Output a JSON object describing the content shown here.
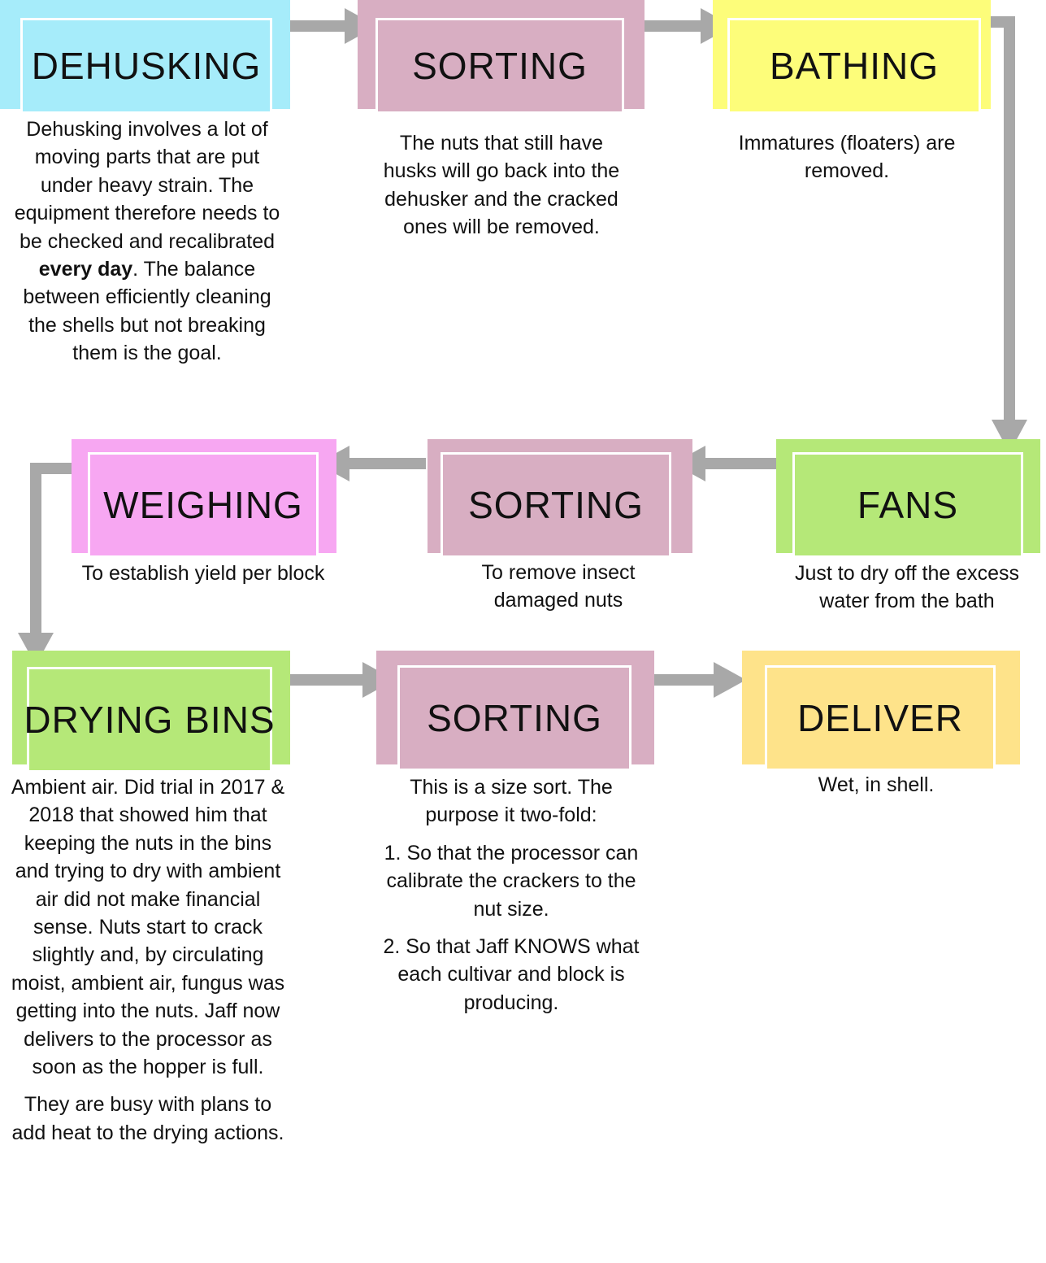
{
  "colors": {
    "dehusking": "#a6ecfa",
    "sorting": "#d8aec2",
    "bathing": "#fdfd7a",
    "fans": "#b5e878",
    "weighing": "#f7a7f2",
    "drying": "#b5e878",
    "deliver": "#fee38a",
    "arrow": "#a8a8a8"
  },
  "steps": {
    "dehusking": {
      "title": "DEHUSKING",
      "text_before": "Dehusking involves a lot of moving parts that are put under heavy strain. The equipment therefore needs to be checked and recalibrated ",
      "text_bold": "every day",
      "text_after": ". The balance between efficiently cleaning the shells but not breaking them is the goal."
    },
    "sorting1": {
      "title": "SORTING",
      "text": "The nuts that still have husks will go back into the dehusker and the cracked ones will be removed."
    },
    "bathing": {
      "title": "BATHING",
      "text": "Immatures (floaters) are removed."
    },
    "fans": {
      "title": "FANS",
      "text": "Just to dry off the excess water from the bath"
    },
    "sorting2": {
      "title": "SORTING",
      "text": "To remove insect damaged nuts"
    },
    "weighing": {
      "title": "WEIGHING",
      "text": "To establish yield per block"
    },
    "drying": {
      "title": "DRYING BINS",
      "p1": "Ambient air.  Did trial in 2017 & 2018 that showed him that keeping the nuts in the bins and trying to dry with ambient air did not make financial sense. Nuts start to crack slightly and, by circulating moist, ambient air, fungus was getting into the nuts. Jaff now delivers to the processor as soon as the hopper is full.",
      "p2": "They are busy with plans to add heat to the drying actions."
    },
    "sorting3": {
      "title": "SORTING",
      "p1": "This is a size sort. The purpose it two-fold:",
      "p2": "1. So that the processor can calibrate the crackers to the nut size.",
      "p3": "2. So that Jaff KNOWS what each cultivar and block is producing."
    },
    "deliver": {
      "title": "DELIVER",
      "text": "Wet, in shell."
    }
  }
}
